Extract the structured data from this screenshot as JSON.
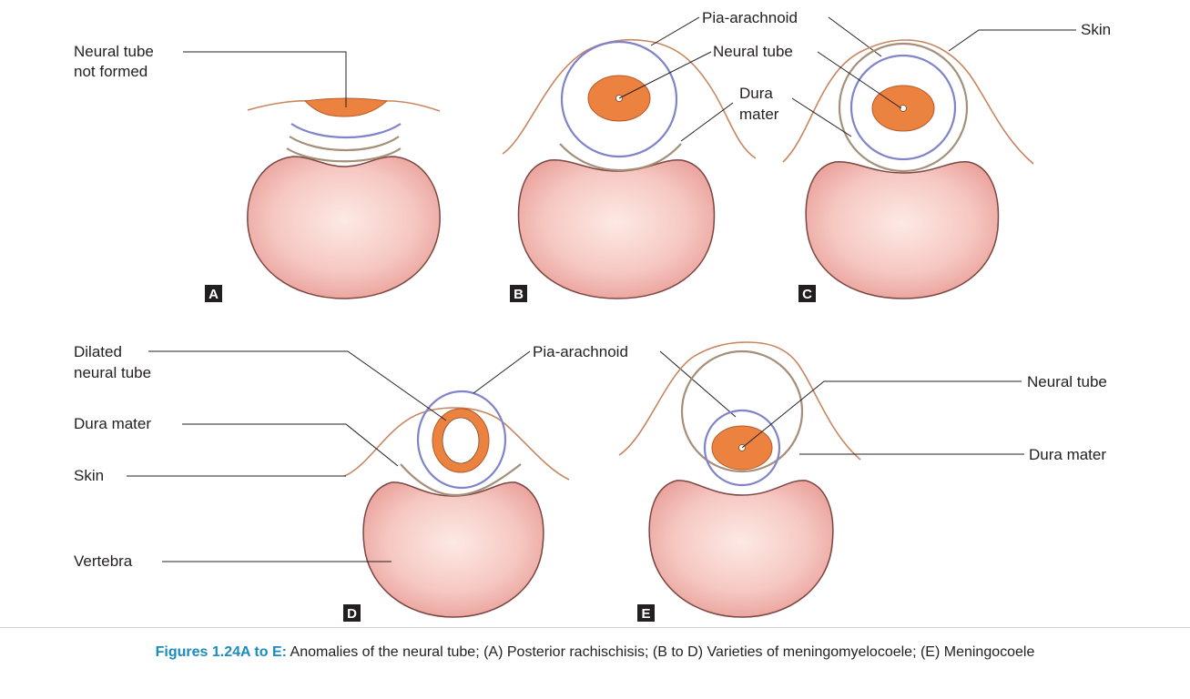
{
  "panels": {
    "a": {
      "letter": "A",
      "labels": {
        "neural_tube_not_formed_1": "Neural tube",
        "neural_tube_not_formed_2": "not formed"
      }
    },
    "b": {
      "letter": "B",
      "labels": {
        "neural_tube": "Neural tube",
        "dura_mater_1": "Dura",
        "dura_mater_2": "mater"
      }
    },
    "c": {
      "letter": "C",
      "labels": {
        "skin": "Skin"
      }
    },
    "bc_shared": {
      "pia_arachnoid": "Pia-arachnoid"
    },
    "d": {
      "letter": "D",
      "labels": {
        "dilated_neural_tube_1": "Dilated",
        "dilated_neural_tube_2": "neural tube",
        "dura_mater": "Dura mater",
        "skin": "Skin",
        "vertebra": "Vertebra"
      }
    },
    "e": {
      "letter": "E",
      "labels": {
        "neural_tube": "Neural tube",
        "dura_mater": "Dura mater"
      }
    },
    "de_shared": {
      "pia_arachnoid": "Pia-arachnoid"
    }
  },
  "caption": {
    "label": "Figures 1.24A to E:",
    "text": "Anomalies of the neural tube; (A) Posterior rachischisis; (B to D) Varieties of meningomyelocoele; (E) Meningocoele"
  },
  "colors": {
    "neural_tube": "#ec823f",
    "vertebra": "#f6c8c2",
    "pia_arachnoid": "#7f83c9",
    "dura_mater": "#a58f78",
    "skin": "#c8865f",
    "caption_label": "#1a8cbd"
  }
}
